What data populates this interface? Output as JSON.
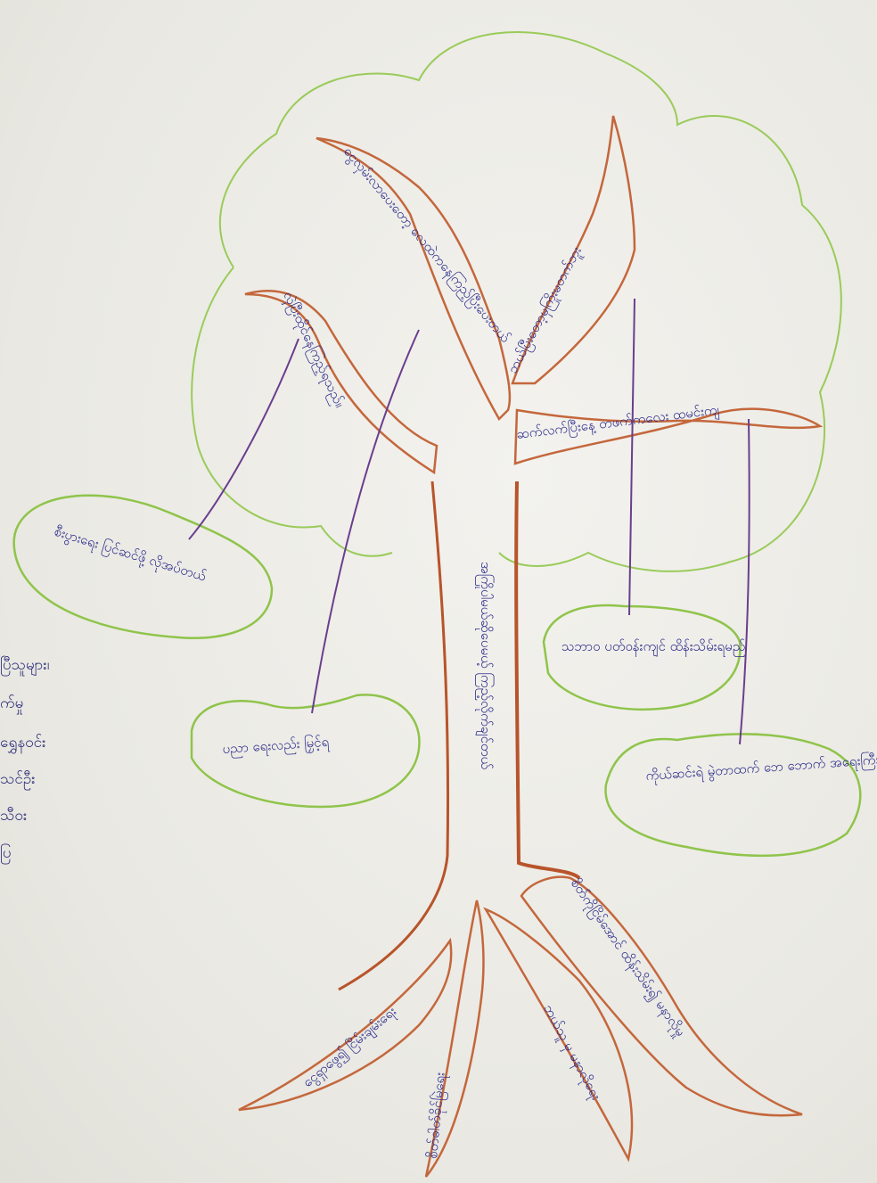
{
  "tree": {
    "trunk_text": "အကြိုပါမယ်ဆိုပေမယ့် ကြည့်လိုက်ချင်တယ်",
    "branches": [
      "ငွေလှမ်းလာပေးတော့ လေထဲကနေကြည့်ပြီးပေးတယ်",
      "လှဲပြီးထိုင်နေကြည့်ရသည်။",
      "ဘယ်ပြီးတော့မှကြိုးမတက်ဘူး",
      "ဆက်လက်ပြီးနေ့ တဖက်ကလေး ထမင်းကျ"
    ],
    "leaves": [
      "စီးပွားရေး ပြင်ဆင်ဖို့ လိုအပ်တယ်",
      "ပညာ ရေးလည်း မြှင့်ရ",
      "သဘာဝ ပတ်ဝန်းကျင် ထိန်းသိမ်းရမည်",
      "ကိုယ်ဆင်းရဲ မွဲတာထက် ဘေ ဘောက် အရေးကြီး"
    ],
    "roots": [
      "ငွေရှာဖွေ၍ ငြိမ်းချမ်းရေး",
      "စိတ်ဓါတ်ခိုင်မြဲရေး",
      "ဘယ်သူ မှ မနာလိုရေး",
      "စိတ်ကိုငြိမ်အောင် ထိန်းသိမ်း၍ မနာလိုမှု"
    ]
  },
  "margin_notes": [
    "ပြီသူများ၊",
    "က်မှု",
    "ရွှေနဝင်း",
    "သင်ဦး",
    "သီဝး",
    "ပြ"
  ],
  "colors": {
    "trunk": "#b8542a",
    "leaf_outline": "#8fc44a",
    "connector": "#6a3e8e",
    "ink": "#2a2a8a"
  }
}
